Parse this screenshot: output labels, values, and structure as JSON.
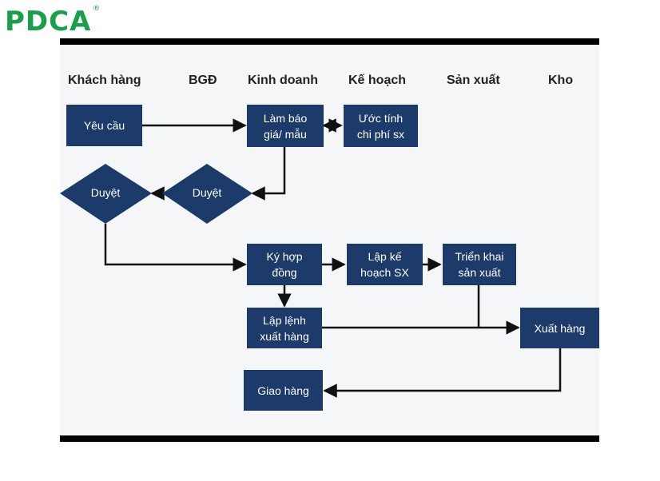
{
  "logo": {
    "text": "PDCA",
    "mark": "®"
  },
  "lanes": [
    "Khách hàng",
    "BGĐ",
    "Kinh doanh",
    "Kế hoạch",
    "Sản xuất",
    "Kho"
  ],
  "nodes": {
    "yeu_cau": "Yêu cầu",
    "lam_bao_gia_1": "Làm báo",
    "lam_bao_gia_2": "giá/ mẫu",
    "uoc_tinh_1": "Ước tính",
    "uoc_tinh_2": "chi phí sx",
    "duyet_bgd": "Duyệt",
    "duyet_kh": "Duyệt",
    "ky_hop_dong_1": "Ký hợp",
    "ky_hop_dong_2": "đồng",
    "lap_ke_hoach_1": "Lập kế",
    "lap_ke_hoach_2": "hoạch SX",
    "trien_khai_1": "Triển khai",
    "trien_khai_2": "sản xuất",
    "lap_lenh_1": "Lập lệnh",
    "lap_lenh_2": "xuất hàng",
    "xuat_hang": "Xuất hàng",
    "giao_hang": "Giao hàng"
  },
  "colors": {
    "node_fill": "#1c3a6a",
    "logo": "#1aa04a",
    "line": "#111111"
  }
}
